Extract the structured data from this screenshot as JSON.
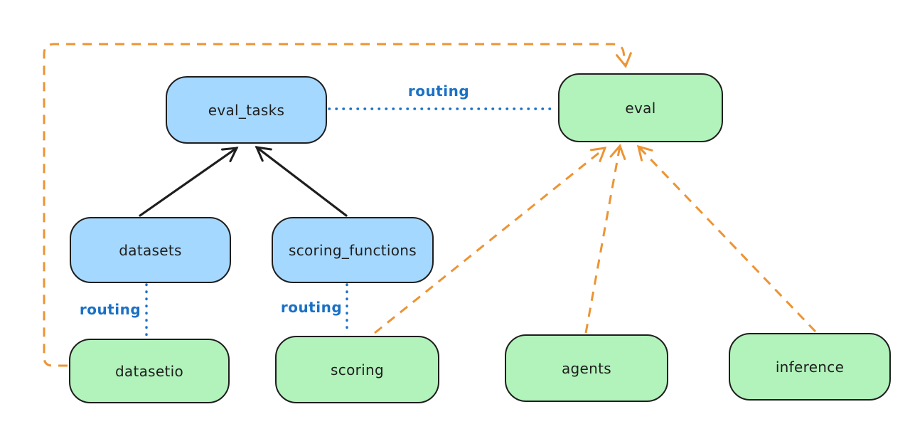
{
  "diagram": {
    "background_color": "#ffffff",
    "colors": {
      "node_blue_fill": "#a5d8ff",
      "node_green_fill": "#b2f2bb",
      "node_border": "#1e1e1e",
      "solid_arrow": "#1e1e1e",
      "routing_blue": "#1a71c5",
      "dashed_orange": "#ec9434"
    },
    "nodes": {
      "eval_tasks": {
        "label": "eval_tasks",
        "fill": "blue"
      },
      "eval": {
        "label": "eval",
        "fill": "green"
      },
      "datasets": {
        "label": "datasets",
        "fill": "blue"
      },
      "scoring_functions": {
        "label": "scoring_functions",
        "fill": "blue"
      },
      "datasetio": {
        "label": "datasetio",
        "fill": "green"
      },
      "scoring": {
        "label": "scoring",
        "fill": "green"
      },
      "agents": {
        "label": "agents",
        "fill": "green"
      },
      "inference": {
        "label": "inference",
        "fill": "green"
      }
    },
    "edges": {
      "datasets_to_eval_tasks": {
        "from": "datasets",
        "to": "eval_tasks",
        "style": "solid-black-arrow",
        "label": ""
      },
      "scoring_functions_to_eval_tasks": {
        "from": "scoring_functions",
        "to": "eval_tasks",
        "style": "solid-black-arrow",
        "label": ""
      },
      "eval_tasks_to_eval": {
        "from": "eval_tasks",
        "to": "eval",
        "style": "dotted-blue",
        "label": "routing"
      },
      "datasets_to_datasetio": {
        "from": "datasets",
        "to": "datasetio",
        "style": "dotted-blue",
        "label": "routing"
      },
      "scoring_functions_to_scoring": {
        "from": "scoring_functions",
        "to": "scoring",
        "style": "dotted-blue",
        "label": "routing"
      },
      "datasetio_to_eval": {
        "from": "datasetio",
        "to": "eval",
        "style": "dashed-orange-arrow",
        "label": ""
      },
      "scoring_to_eval": {
        "from": "scoring",
        "to": "eval",
        "style": "dashed-orange-arrow",
        "label": ""
      },
      "agents_to_eval": {
        "from": "agents",
        "to": "eval",
        "style": "dashed-orange-arrow",
        "label": ""
      },
      "inference_to_eval": {
        "from": "inference",
        "to": "eval",
        "style": "dashed-orange-arrow",
        "label": ""
      }
    }
  }
}
